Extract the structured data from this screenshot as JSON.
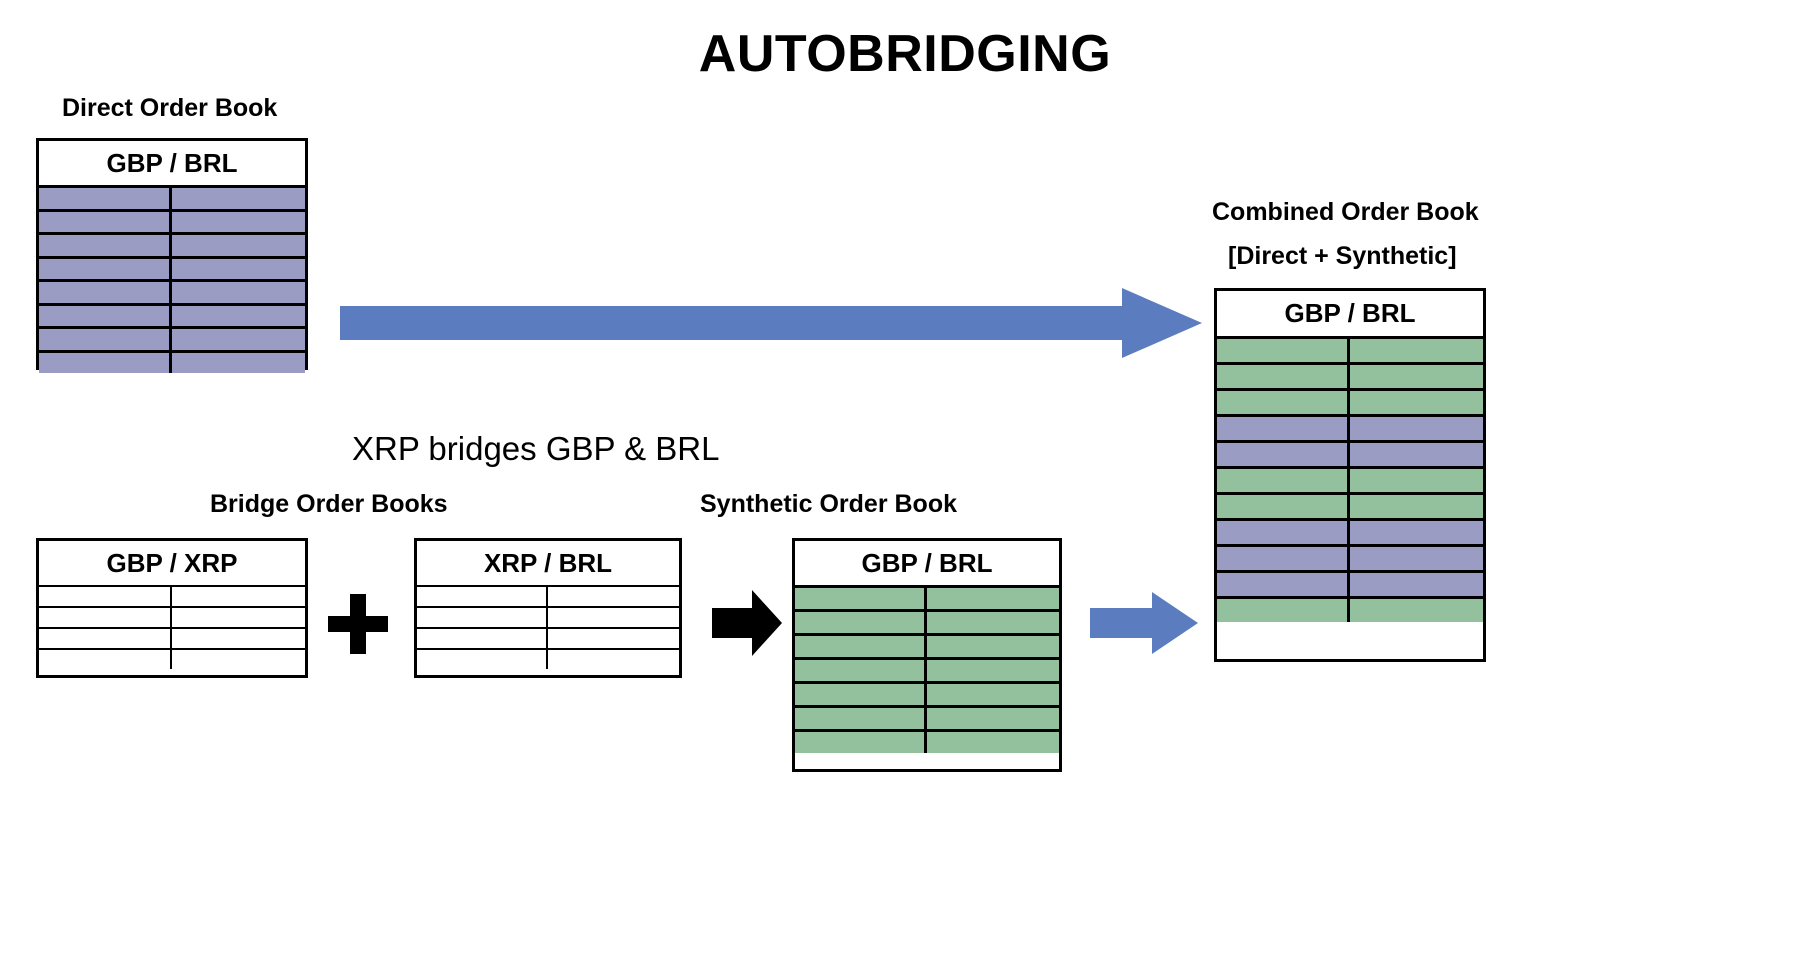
{
  "page": {
    "title": "AUTOBRIDGING",
    "background": "#ffffff"
  },
  "colors": {
    "direct_row": "#9a9cc4",
    "synthetic_row": "#93c19d",
    "combined_green": "#93c19d",
    "combined_purple": "#9a9cc4",
    "arrow_blue": "#5b7dc0",
    "arrow_black": "#000000",
    "border": "#000000",
    "header_bg": "#ffffff"
  },
  "direct_book": {
    "caption": "Direct Order Book",
    "header": "GBP / BRL",
    "columns": [
      "",
      ""
    ],
    "row_count": 8,
    "rows": [
      {
        "fill": "#9a9cc4"
      },
      {
        "fill": "#9a9cc4"
      },
      {
        "fill": "#9a9cc4"
      },
      {
        "fill": "#9a9cc4"
      },
      {
        "fill": "#9a9cc4"
      },
      {
        "fill": "#9a9cc4"
      },
      {
        "fill": "#9a9cc4"
      },
      {
        "fill": "#9a9cc4"
      }
    ]
  },
  "bridge_section": {
    "heading": "XRP bridges GBP & BRL",
    "caption": "Bridge Order Books",
    "plus_symbol": "+",
    "books": [
      {
        "header": "GBP / XRP",
        "row_count": 4,
        "rows": [
          {
            "fill": "#ffffff"
          },
          {
            "fill": "#ffffff"
          },
          {
            "fill": "#ffffff"
          },
          {
            "fill": "#ffffff"
          }
        ]
      },
      {
        "header": "XRP / BRL",
        "row_count": 4,
        "rows": [
          {
            "fill": "#ffffff"
          },
          {
            "fill": "#ffffff"
          },
          {
            "fill": "#ffffff"
          },
          {
            "fill": "#ffffff"
          }
        ]
      }
    ]
  },
  "synthetic_book": {
    "caption": "Synthetic Order Book",
    "header": "GBP / BRL",
    "row_count": 7,
    "rows": [
      {
        "fill": "#93c19d"
      },
      {
        "fill": "#93c19d"
      },
      {
        "fill": "#93c19d"
      },
      {
        "fill": "#93c19d"
      },
      {
        "fill": "#93c19d"
      },
      {
        "fill": "#93c19d"
      },
      {
        "fill": "#93c19d"
      }
    ]
  },
  "combined_book": {
    "caption_line1": "Combined Order Book",
    "caption_line2": "[Direct + Synthetic]",
    "header": "GBP / BRL",
    "row_count": 11,
    "rows": [
      {
        "fill": "#93c19d",
        "source": "synthetic"
      },
      {
        "fill": "#93c19d",
        "source": "synthetic"
      },
      {
        "fill": "#93c19d",
        "source": "synthetic"
      },
      {
        "fill": "#9a9cc4",
        "source": "direct"
      },
      {
        "fill": "#9a9cc4",
        "source": "direct"
      },
      {
        "fill": "#93c19d",
        "source": "synthetic"
      },
      {
        "fill": "#93c19d",
        "source": "synthetic"
      },
      {
        "fill": "#9a9cc4",
        "source": "direct"
      },
      {
        "fill": "#9a9cc4",
        "source": "direct"
      },
      {
        "fill": "#9a9cc4",
        "source": "direct"
      },
      {
        "fill": "#93c19d",
        "source": "synthetic"
      }
    ]
  },
  "arrows": {
    "direct_to_combined": {
      "name": "arrow-direct-to-combined",
      "color": "#5b7dc0",
      "direction": "right"
    },
    "bridge_to_synthetic": {
      "name": "arrow-bridge-to-synthetic",
      "color": "#000000",
      "direction": "right"
    },
    "synthetic_to_combined": {
      "name": "arrow-synthetic-to-combined",
      "color": "#5b7dc0",
      "direction": "right"
    }
  }
}
